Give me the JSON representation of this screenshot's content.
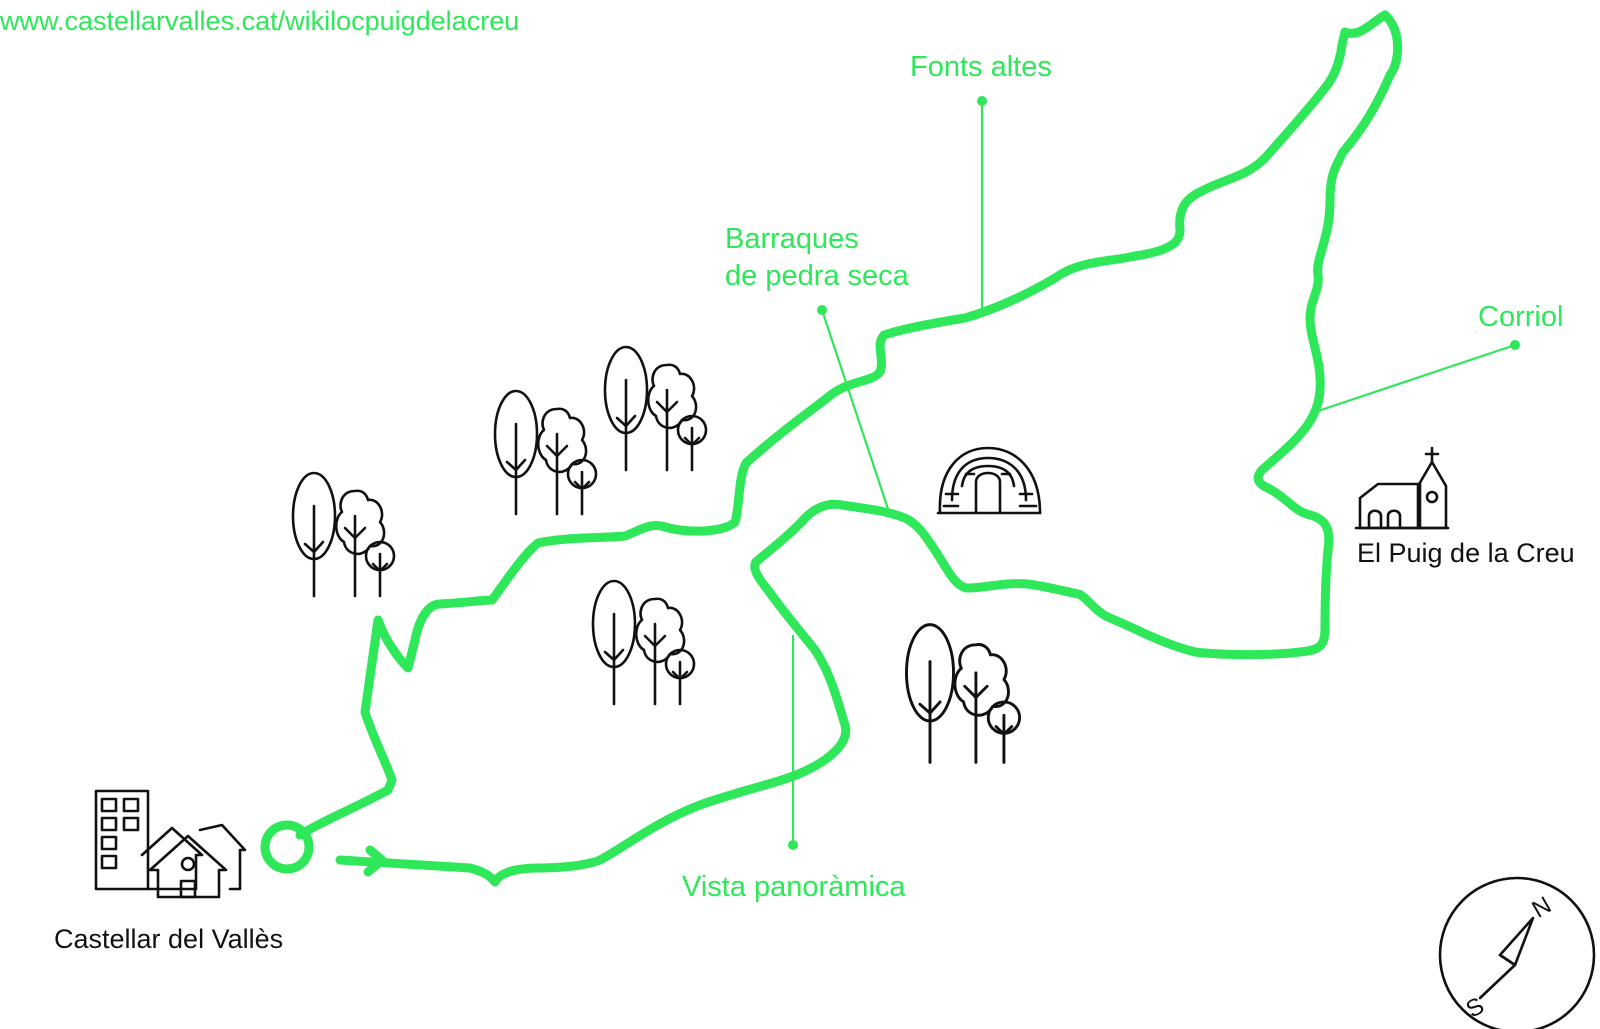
{
  "source_url": "www.castellarvalles.cat/wikilocpuigdelacreu",
  "colors": {
    "route": "#2ee85a",
    "icons": "#111111",
    "background": "#ffffff"
  },
  "labels": {
    "fonts_altes": "Fonts altes",
    "barraques_line1": "Barraques",
    "barraques_line2": "de pedra seca",
    "corriol": "Corriol",
    "el_puig": "El Puig de la Creu",
    "castellar": "Castellar del Vallès",
    "vista": "Vista panoràmica"
  },
  "compass": {
    "north": "N",
    "south": "S"
  },
  "icons": [
    "tree-group-icon",
    "town-icon",
    "church-icon",
    "dry-stone-hut-icon",
    "compass-icon",
    "start-circle-icon",
    "direction-arrow-icon"
  ]
}
